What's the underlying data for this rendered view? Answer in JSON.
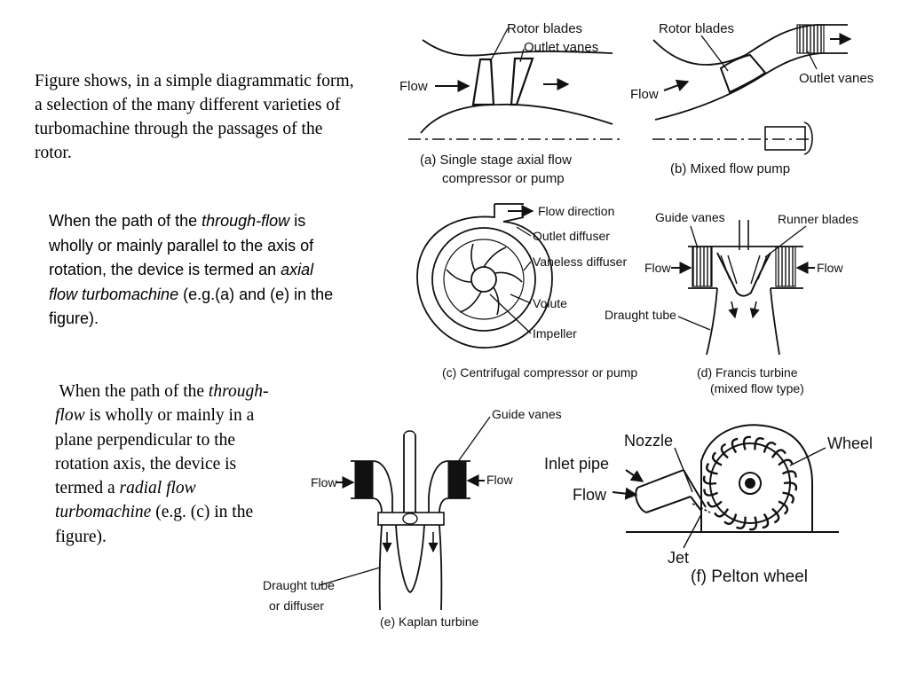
{
  "text": {
    "p1": "Figure shows, in a simple diagrammatic form, a selection of the many different varieties of turbomachine through the passages of the rotor.",
    "p2": {
      "a": "When the path of the ",
      "b": "through-flow",
      "c": " is wholly or mainly parallel to the axis of rotation, the device is termed an ",
      "d": "axial flow turbomachine",
      "e": " (e.g.(a) and (e) in the figure)."
    },
    "p3": {
      "a": " When the path of the ",
      "b": "through-flow",
      "c": " is wholly or mainly in a plane perpendicular to the rotation axis, the device is termed a ",
      "d": "radial flow turbomachine",
      "e": " (e.g. (c) in the figure)."
    }
  },
  "figures": {
    "a": {
      "caption1": "(a) Single stage axial flow",
      "caption2": "compressor or pump",
      "rotor_blades": "Rotor blades",
      "outlet_vanes": "Outlet vanes",
      "flow": "Flow"
    },
    "b": {
      "caption": "(b) Mixed flow pump",
      "rotor_blades": "Rotor blades",
      "outlet_vanes": "Outlet vanes",
      "flow": "Flow"
    },
    "c": {
      "caption": "(c) Centrifugal compressor or pump",
      "flow_direction": "Flow direction",
      "outlet_diffuser": "Outlet diffuser",
      "vaneless_diffuser": "Vaneless diffuser",
      "volute": "Volute",
      "impeller": "Impeller"
    },
    "d": {
      "caption1": "(d) Francis turbine",
      "caption2": "(mixed flow type)",
      "guide_vanes": "Guide vanes",
      "runner_blades": "Runner blades",
      "flow_left": "Flow",
      "flow_right": "Flow",
      "draught_tube": "Draught tube"
    },
    "e": {
      "caption": "(e) Kaplan turbine",
      "guide_vanes": "Guide vanes",
      "flow_left": "Flow",
      "flow_right": "Flow",
      "draught1": "Draught tube",
      "draught2": "or diffuser"
    },
    "f": {
      "caption": "(f) Pelton wheel",
      "nozzle": "Nozzle",
      "wheel": "Wheel",
      "inlet_pipe": "Inlet pipe",
      "flow": "Flow",
      "jet": "Jet"
    }
  }
}
